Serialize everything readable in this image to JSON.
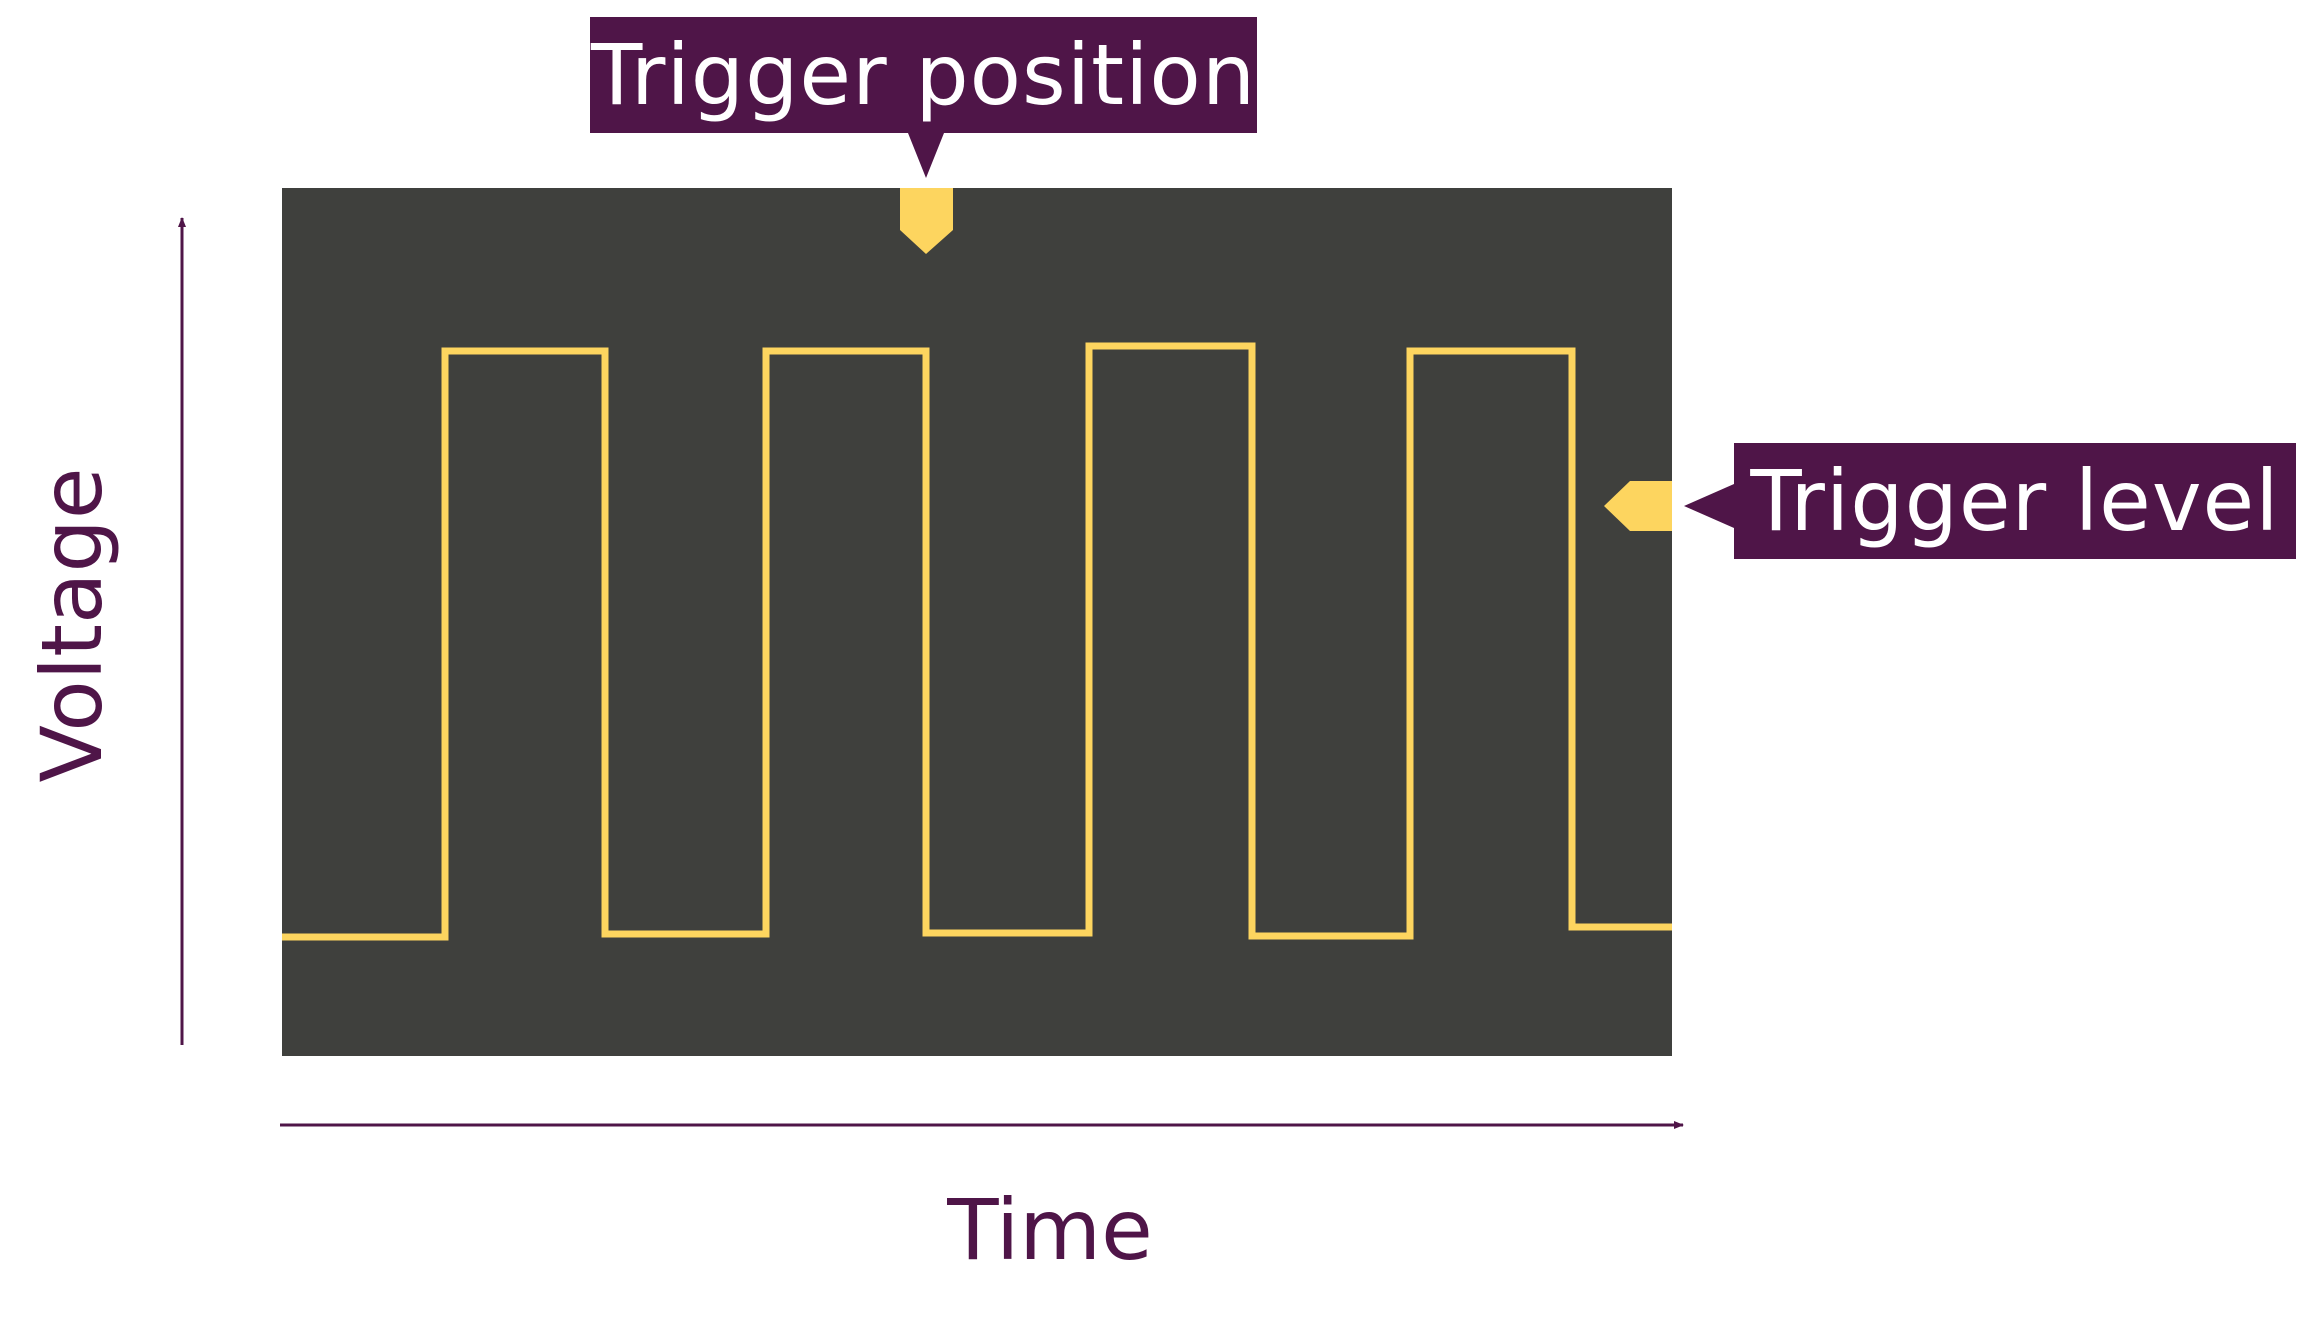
{
  "labels": {
    "trigger_position": "Trigger position",
    "trigger_level": "Trigger level",
    "x_axis": "Time",
    "y_axis": "Voltage"
  },
  "colors": {
    "accent": "#4f1548",
    "screen": "#3f403d",
    "trace": "#fdd55f",
    "marker": "#fdd55f"
  },
  "signal": {
    "type": "square-wave",
    "visible_periods": 4,
    "ends_low": true
  }
}
